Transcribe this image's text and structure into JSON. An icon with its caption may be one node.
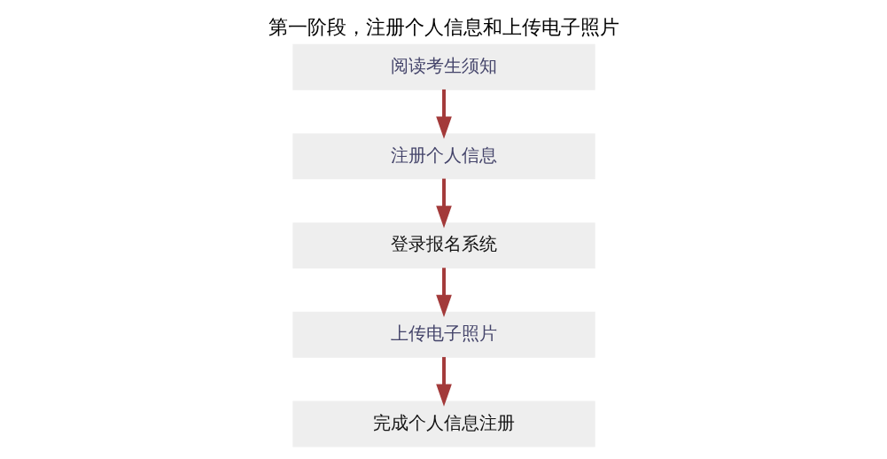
{
  "diagram": {
    "title": "第一阶段，注册个人信息和上传电子照片",
    "nodes": [
      {
        "text": [
          "阅读考生须知"
        ]
      },
      {
        "text": [
          "注册个人信息"
        ]
      },
      {
        "text": [
          "登录报名系统"
        ]
      },
      {
        "text": [
          "上传电子照片"
        ]
      },
      {
        "text": [
          "完成个人信息注册"
        ]
      }
    ],
    "edges": [
      {
        "from": 0,
        "to": 1,
        "arrow": "to"
      },
      {
        "from": 1,
        "to": 2,
        "arrow": "to"
      },
      {
        "from": 2,
        "to": 3,
        "arrow": "to"
      },
      {
        "from": 3,
        "to": 4,
        "arrow": "to"
      }
    ]
  }
}
